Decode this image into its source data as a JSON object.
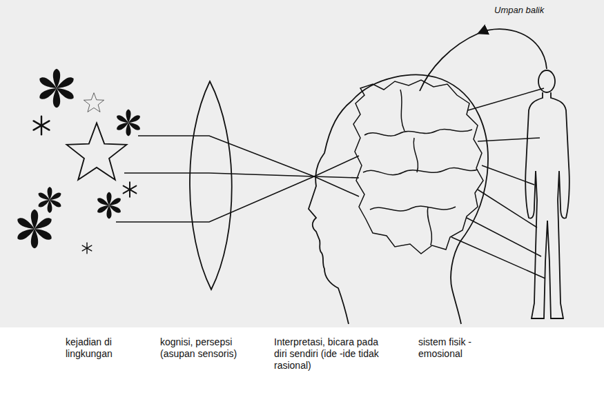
{
  "diagram": {
    "labels": [
      "Umpan balik",
      "kejadian di lingkungan",
      "kognisi, persepsi (asupan sensoris)",
      "Interpretasi, bicara pada diri sendiri (ide -ide tidak rasional)",
      "sistem fisik -emosional"
    ]
  }
}
